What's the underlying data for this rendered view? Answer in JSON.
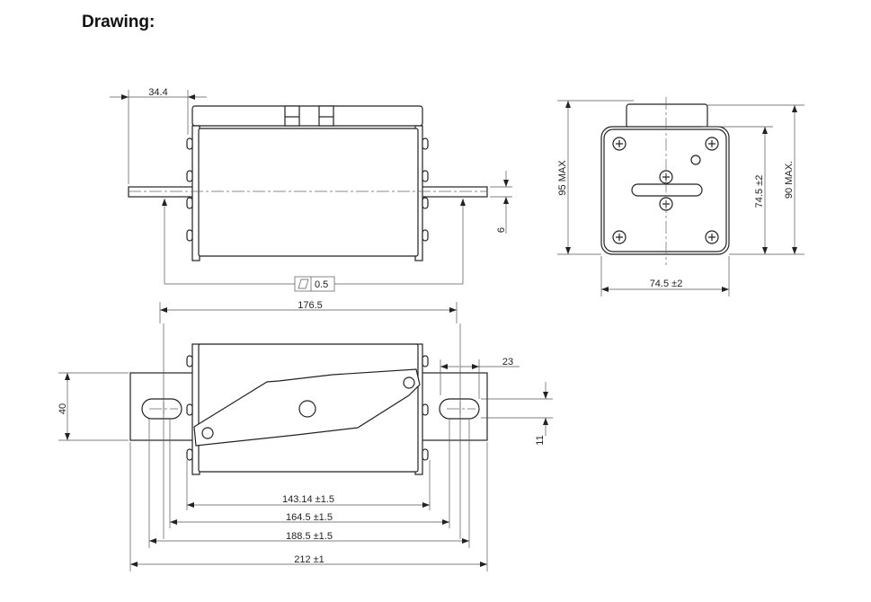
{
  "title": "Drawing:",
  "side_view": {
    "dim_terminal_offset": "34.4",
    "dim_flatness": "0.5",
    "dim_terminal_thickness": "6",
    "dim_overall_ref": "176.5"
  },
  "end_view": {
    "dim_height_max": "95 MAX",
    "dim_body_height": "74.5 ±2",
    "dim_height_max_2": "90 MAX.",
    "dim_body_width": "74.5 ±2"
  },
  "top_view": {
    "dim_plate_width": "40",
    "dim_slot_offset": "23",
    "dim_slot_width": "11",
    "dim_1": "143.14 ±1.5",
    "dim_2": "164.5 ±1.5",
    "dim_3": "188.5 ±1.5",
    "dim_4": "212 ±1"
  }
}
